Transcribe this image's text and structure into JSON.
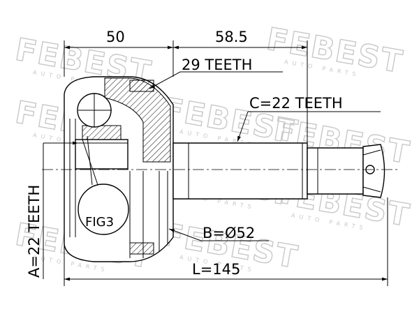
{
  "watermark": {
    "brand": "FEBEST",
    "sub": "AUTO PARTS"
  },
  "dimensions": {
    "d1": "50",
    "d2": "58.5"
  },
  "labels": {
    "teeth29": "29 TEETH",
    "teethC": "C=22 TEETH",
    "diameterB": "B=Ø52",
    "lengthL": "L=145",
    "teethA": "A=22 TEETH",
    "fig3": "FIG3"
  },
  "colors": {
    "line": "#000000",
    "background": "#ffffff",
    "watermark": "#c8c8c8"
  }
}
